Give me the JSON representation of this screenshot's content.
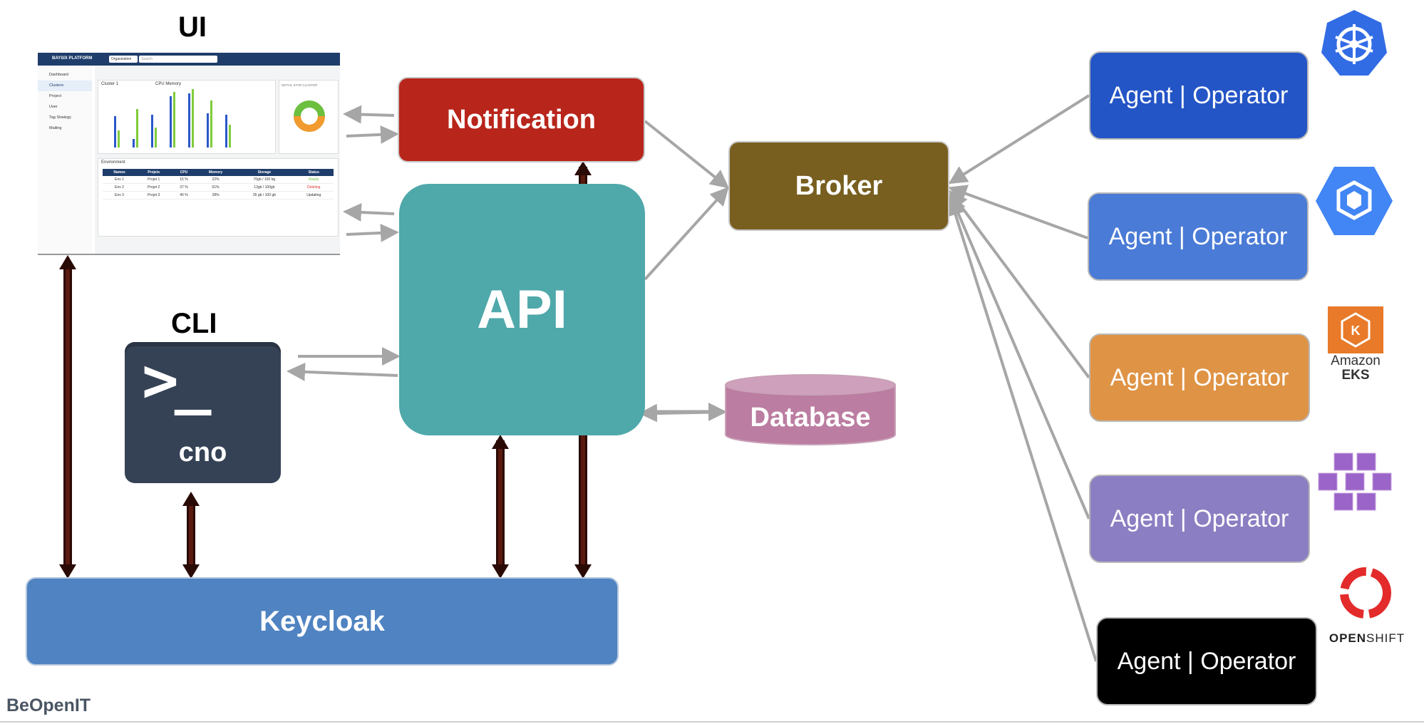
{
  "labels": {
    "ui": "UI",
    "cli": "CLI",
    "footer": "BeOpenIT"
  },
  "nodes": {
    "notification": "Notification",
    "api": "API",
    "broker": "Broker",
    "database": "Database",
    "keycloak": "Keycloak",
    "cli_prompt": ">_",
    "cli_command": "cno"
  },
  "agents": [
    {
      "label": "Agent | Operator",
      "color": "#2455c6",
      "platform": "kubernetes-icon"
    },
    {
      "label": "Agent | Operator",
      "color": "#4a7bd6",
      "platform": "gke-icon"
    },
    {
      "label": "Agent | Operator",
      "color": "#df9345",
      "platform": "amazon-eks-icon"
    },
    {
      "label": "Agent | Operator",
      "color": "#8c7ec2",
      "platform": "aks-icon"
    },
    {
      "label": "Agent | Operator",
      "color": "#000000",
      "platform": "openshift-icon"
    }
  ],
  "logos": {
    "eks_line1": "Amazon",
    "eks_line2": "EKS",
    "openshift_bold": "OPEN",
    "openshift_light": "SHIFT"
  },
  "colors": {
    "notification": "#b8251b",
    "api": "#4fa8aa",
    "broker": "#785f20",
    "database": "#bb7da1",
    "keycloak": "#4f83c1",
    "cli": "#354256",
    "arrow_gray": "#a6a6a6",
    "arrow_dark": "#5a1a0e"
  },
  "dashboard": {
    "brand": "BAYSIX PLATFORM",
    "org": "Organization",
    "search": "Search",
    "menu": [
      "Dashboard",
      "Clusters",
      "Project",
      "User",
      "Tag Strategy",
      "Mailing"
    ],
    "chart_title": "Cluster 1",
    "chart_subtitle": "CPU Memory",
    "donut_title": "DETAIL STAR CLUSTER",
    "table_title": "Environment",
    "table_headers": [
      "Names",
      "Projets",
      "CPU",
      "Memory",
      "Storage",
      "Status"
    ],
    "table_rows": [
      [
        "Env 1",
        "Projet 1",
        "15 %",
        "22%",
        "70gb / 100 bg",
        "Ready"
      ],
      [
        "Env 2",
        "Projet 2",
        "37 %",
        "61%",
        "13gb / 100gb",
        "Deleting"
      ],
      [
        "Env 3",
        "Projet 3",
        "40 %",
        "28%",
        "35 gb / 100 gb",
        "Updating"
      ]
    ]
  }
}
